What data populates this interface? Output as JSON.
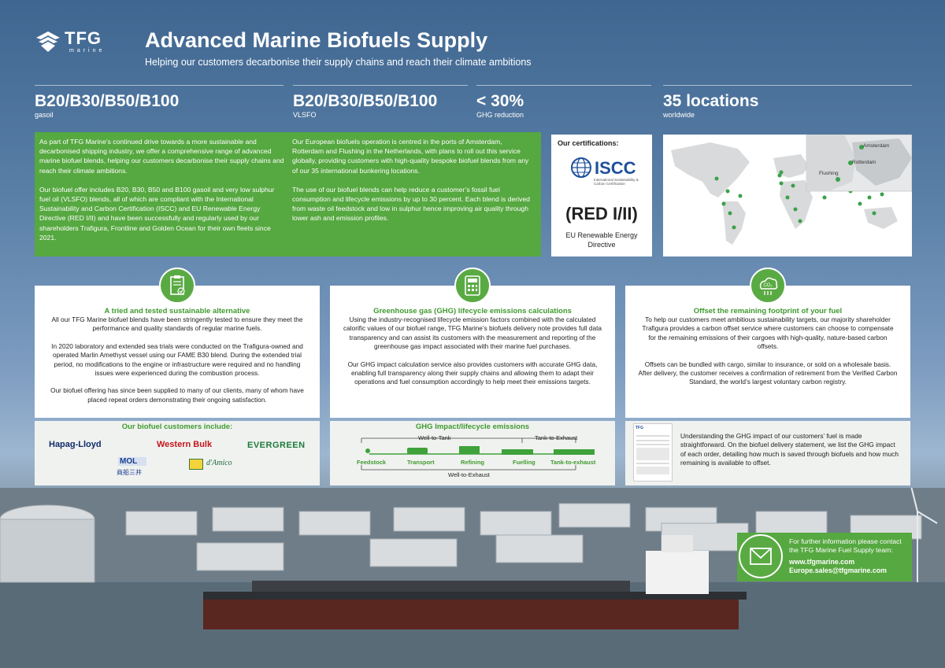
{
  "header": {
    "logo_text": "TFG",
    "logo_sub": "marine",
    "title": "Advanced Marine Biofuels Supply",
    "subtitle": "Helping our customers decarbonise their supply chains and reach their climate ambitions"
  },
  "stats": [
    {
      "big": "B20/B30/B50/B100",
      "small": "gasoil"
    },
    {
      "big": "B20/B30/B50/B100",
      "small": "VLSFO"
    },
    {
      "big": "< 30%",
      "small": "GHG reduction"
    },
    {
      "big": "35 locations",
      "small": "worldwide"
    }
  ],
  "intro_left": [
    "As part of TFG Marine’s continued drive towards a more sustainable and decarbonised shipping industry, we offer a comprehensive range of advanced marine biofuel blends, helping our customers decarbonise their supply chains and reach their climate ambitions.",
    "Our biofuel offer includes B20, B30, B50 and B100 gasoil and very low sulphur fuel oil (VLSFO) blends, all of which are compliant with the International Sustainability and Carbon Certification (ISCC) and EU Renewable Energy Directive (RED I/II) and have been successfully and regularly used by our shareholders Trafigura, Frontline and Golden Ocean for their own fleets since 2021."
  ],
  "intro_right": [
    "Our European biofuels operation is centred in the ports of Amsterdam, Rotterdam and Flushing in the Netherlands, with plans to roll out this service globally, providing customers with high-quality bespoke biofuel blends from any of our 35 international bunkering locations.",
    "The use of our biofuel blends can help reduce a customer’s fossil fuel consumption and lifecycle emissions by up to 30 percent. Each blend is derived from waste oil feedstock and low in sulphur hence improving air quality through lower ash and emission profiles."
  ],
  "certifications": {
    "heading": "Our certifications:",
    "iscc": "ISCC",
    "iscc_sub": "International Sustainability & Carbon Certification",
    "red": "(RED I/II)",
    "red_sub": "EU Renewable Energy Directive"
  },
  "map": {
    "inset_labels": [
      "Amsterdam",
      "Rotterdam",
      "Flushing"
    ]
  },
  "panels": [
    {
      "icon": "clipboard-check-icon",
      "heading": "A tried and tested sustainable alternative",
      "body": [
        "All our TFG Marine biofuel blends have been stringently tested to ensure they meet the performance and quality standards of regular marine fuels.",
        "In 2020 laboratory and extended sea trials were conducted on the Trafigura-owned and operated Marlin Amethyst vessel using our FAME B30 blend. During the extended trial period, no modifications to the engine or infrastructure were required and no handling issues were experienced during the combustion process.",
        "Our biofuel offering has since been supplied to many of our clients, many of whom have placed repeat orders demonstrating their ongoing satisfaction."
      ]
    },
    {
      "icon": "calculator-icon",
      "heading": "Greenhouse gas (GHG) lifecycle emissions calculations",
      "body": [
        "Using the industry-recognised lifecycle emission factors combined with the calculated calorific values of our biofuel range, TFG Marine’s biofuels delivery note provides full data transparency and can assist its customers with the measurement and reporting of the greenhouse gas impact associated with their marine fuel purchases.",
        "Our GHG impact calculation service also provides customers with accurate GHG data, enabling full transparency along their supply chains and allowing them to adapt their operations and fuel consumption accordingly to help meet their emissions targets."
      ]
    },
    {
      "icon": "co2-cloud-icon",
      "heading": "Offset the remaining footprint of your fuel",
      "body": [
        "To help our customers meet ambitious sustainability targets, our majority shareholder Trafigura provides a carbon offset service where customers can choose to compensate for the remaining emissions of their cargoes with high-quality, nature-based carbon offsets.",
        "Offsets can be bundled with cargo, similar to insurance, or sold on a wholesale basis. After delivery, the customer receives a confirmation of retirement from the Verified Carbon Standard, the world’s largest voluntary carbon registry."
      ]
    }
  ],
  "customers": {
    "heading": "Our biofuel customers include:",
    "logos": [
      "Hapag-Lloyd",
      "Western Bulk",
      "EVERGREEN",
      "MOL",
      "商船三井",
      "d'Amico"
    ]
  },
  "ghg": {
    "heading": "GHG Impact/lifecycle emissions",
    "well_to_tank": "Well-to-Tank",
    "tank_to_exhaust": "Tank-to-Exhaust",
    "well_to_exhaust": "Well-to-Exhaust",
    "stages": [
      "Feedstock",
      "Transport",
      "Refining",
      "Fuelling",
      "Tank-to-exhaust"
    ]
  },
  "delivery": {
    "doc_title": "TFG",
    "text": "Understanding the GHG impact of our customers’ fuel is made straightforward. On the biofuel delivery statement, we list the GHG impact of each order, detailing how much is saved through biofuels and how much remaining is available to offset."
  },
  "contact": {
    "intro": "For further information please contact the TFG Marine Fuel Supply team:",
    "web": "www.tfgmarine.com",
    "email": "Europe.sales@tfgmarine.com"
  },
  "colors": {
    "green": "#56a840",
    "heading_green": "#3f9a2e"
  }
}
